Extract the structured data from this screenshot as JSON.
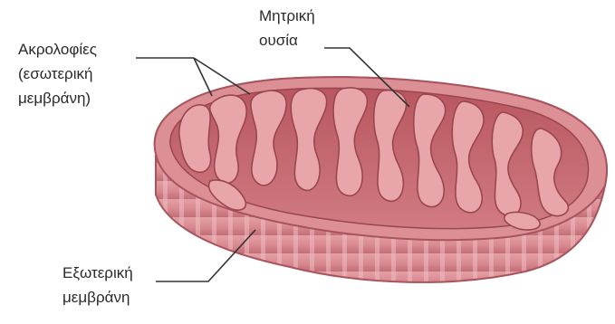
{
  "labels": {
    "cristae": [
      "Ακρολοφίες",
      "(εσωτερική",
      "μεμβράνη)"
    ],
    "matrix": [
      "Μητρική",
      "ουσία"
    ],
    "outer_membrane": [
      "Εξωτερική",
      "μεμβράνη"
    ]
  },
  "colors": {
    "outer_wall": "#d88a90",
    "outer_rim": "#a8545d",
    "inner_cavity": "#c9686f",
    "crista_fill": "#e8a6aa",
    "crista_stroke": "#9a4650",
    "leader_line": "#333333",
    "text": "#2a2a2a"
  }
}
